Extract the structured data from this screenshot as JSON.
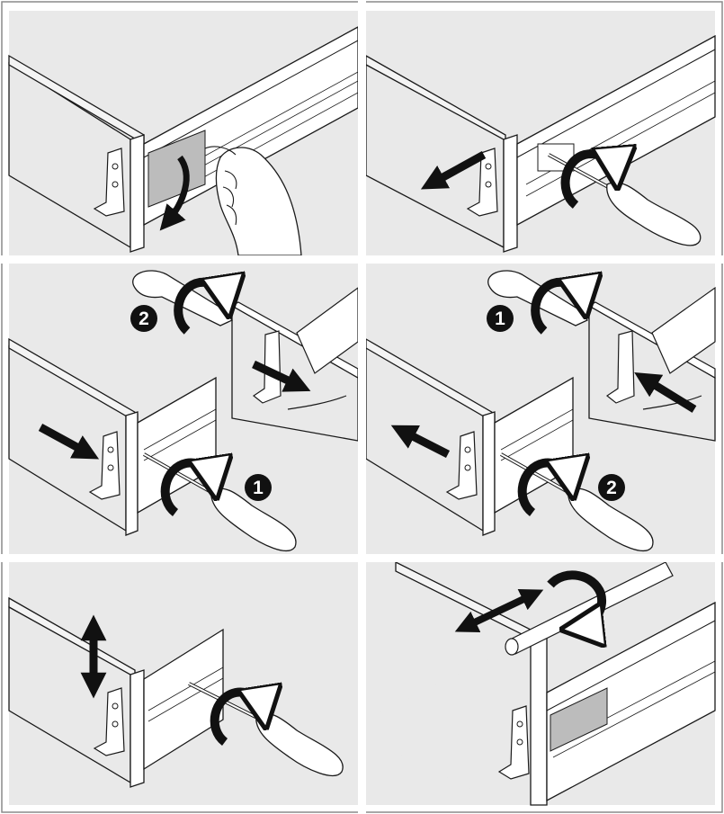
{
  "colors": {
    "background": "#ffffff",
    "panel": "#e9e9e9",
    "line": "#1a1a1a",
    "arrow": "#111111",
    "badge": "#111111",
    "badge_text": "#ffffff",
    "highlight": "#bcbcbc"
  },
  "panels": [
    {
      "id": "panel-1",
      "icons": [
        "hand-icon",
        "curved-arrow-down-icon",
        "drawer-side-icon"
      ]
    },
    {
      "id": "panel-2",
      "icons": [
        "screwdriver-icon",
        "rotate-arrow-icon",
        "arrow-left-icon"
      ]
    },
    {
      "id": "panel-3",
      "steps": [
        "2",
        "1"
      ],
      "icons": [
        "screwdriver-icon",
        "rotate-arrow-icon",
        "arrow-right-icon"
      ]
    },
    {
      "id": "panel-4",
      "steps": [
        "1",
        "2"
      ],
      "icons": [
        "screwdriver-icon",
        "rotate-arrow-icon",
        "arrow-left-icon"
      ]
    },
    {
      "id": "panel-5",
      "icons": [
        "screwdriver-icon",
        "rotate-arrow-icon",
        "arrow-up-down-icon"
      ]
    },
    {
      "id": "panel-6",
      "icons": [
        "rod-icon",
        "rotate-arrow-icon",
        "arrow-left-right-icon"
      ]
    }
  ]
}
